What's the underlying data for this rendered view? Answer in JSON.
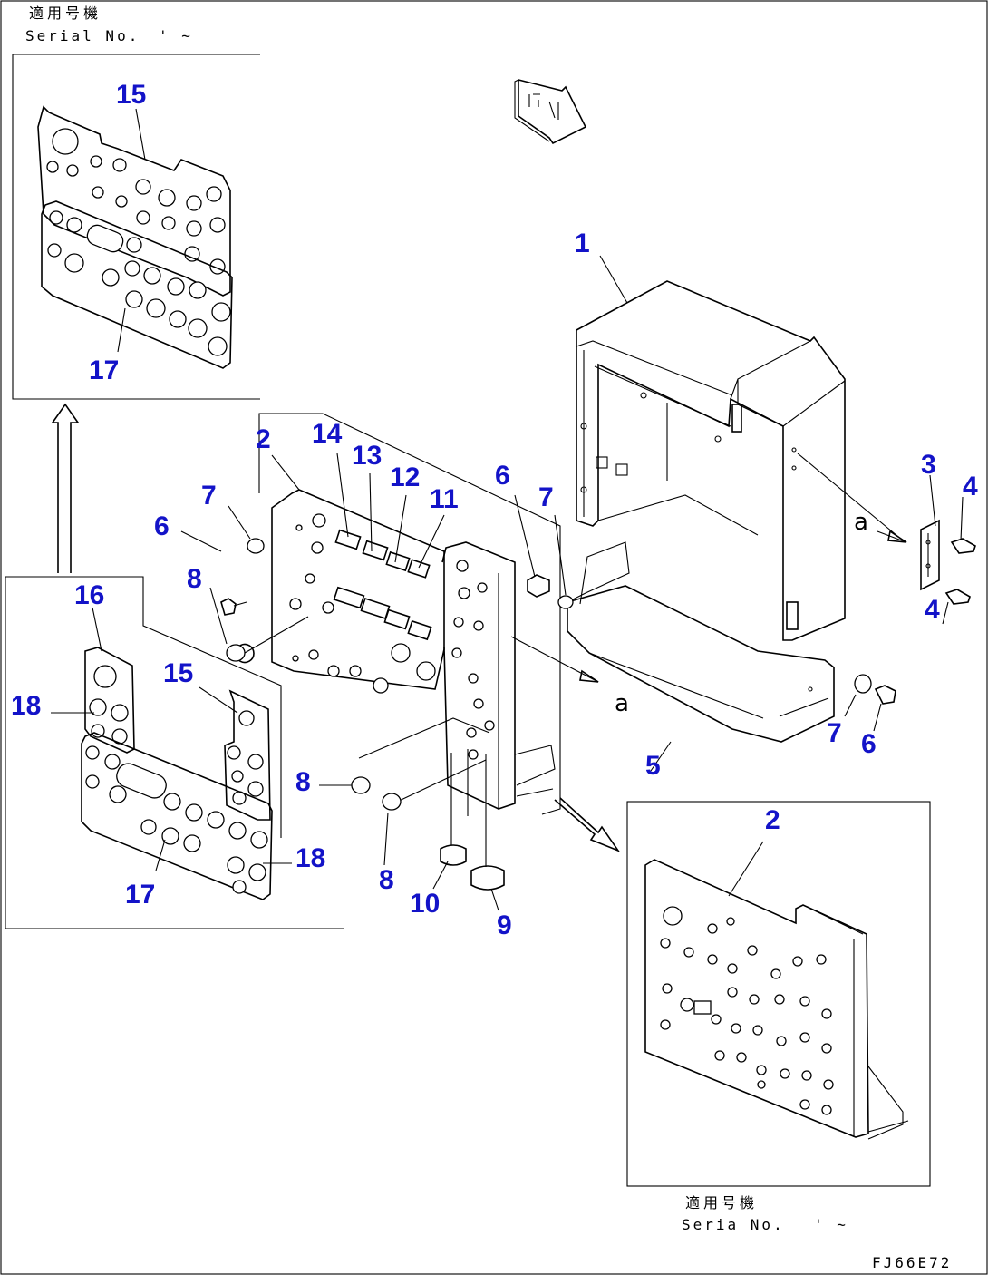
{
  "header": {
    "applicable_serial_jp": "適用号機",
    "serial_no_label": "Serial No.",
    "serial_range": "' ~"
  },
  "footer_detail": {
    "applicable_serial_jp": "適用号機",
    "serial_no_label": "Seria No.",
    "serial_range": "' ~"
  },
  "drawing_code": "FJ66E72",
  "view_letter": "a",
  "callouts": {
    "c1": "1",
    "c2_main": "2",
    "c2_detail": "2",
    "c3": "3",
    "c4_top": "4",
    "c4_bottom": "4",
    "c5": "5",
    "c6_left": "6",
    "c6_mid": "6",
    "c6_right": "6",
    "c7_left": "7",
    "c7_mid": "7",
    "c7_right": "7",
    "c8_top": "8",
    "c8_mid": "8",
    "c8_bottom": "8",
    "c9": "9",
    "c10": "10",
    "c11": "11",
    "c12": "12",
    "c13": "13",
    "c14": "14",
    "c15_top": "15",
    "c15_bottom": "15",
    "c16": "16",
    "c17_top": "17",
    "c17_bottom": "17",
    "c18_left": "18",
    "c18_right": "18"
  },
  "colors": {
    "callout": "#1313c8",
    "linework": "#000000",
    "background": "#ffffff"
  }
}
